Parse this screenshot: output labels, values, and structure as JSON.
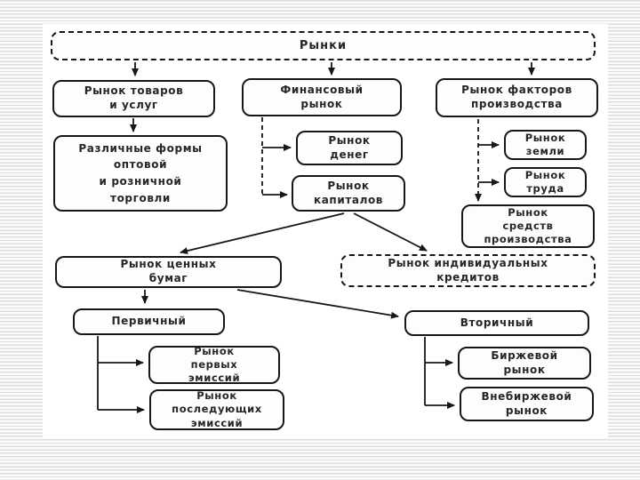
{
  "colors": {
    "ink": "#171717",
    "stripe": "#dcdcdc",
    "panel": "#ffffff"
  },
  "diagram": {
    "nodes": [
      {
        "label": "Рынки"
      },
      {
        "label": "Рынок товаров\nи услуг"
      },
      {
        "label": "Финансовый\nрынок"
      },
      {
        "label": "Рынок факторов\nпроизводства"
      },
      {
        "label": "Различные формы\nоптовой\nи розничной\nторговли"
      },
      {
        "label": "Рынок\nденег"
      },
      {
        "label": "Рынок\nкапиталов"
      },
      {
        "label": "Рынок\nземли"
      },
      {
        "label": "Рынок\nтруда"
      },
      {
        "label": "Рынок\nсредств\nпроизводства"
      },
      {
        "label": "Рынок ценных\nбумаг"
      },
      {
        "label": "Рынок индивидуальных\nкредитов"
      },
      {
        "label": "Первичный"
      },
      {
        "label": "Вторичный"
      },
      {
        "label": "Рынок\nпервых\nэмиссий"
      },
      {
        "label": "Рынок\nпоследующих\nэмиссий"
      },
      {
        "label": "Биржевой\nрынок"
      },
      {
        "label": "Внебиржевой\nрынок"
      }
    ]
  }
}
